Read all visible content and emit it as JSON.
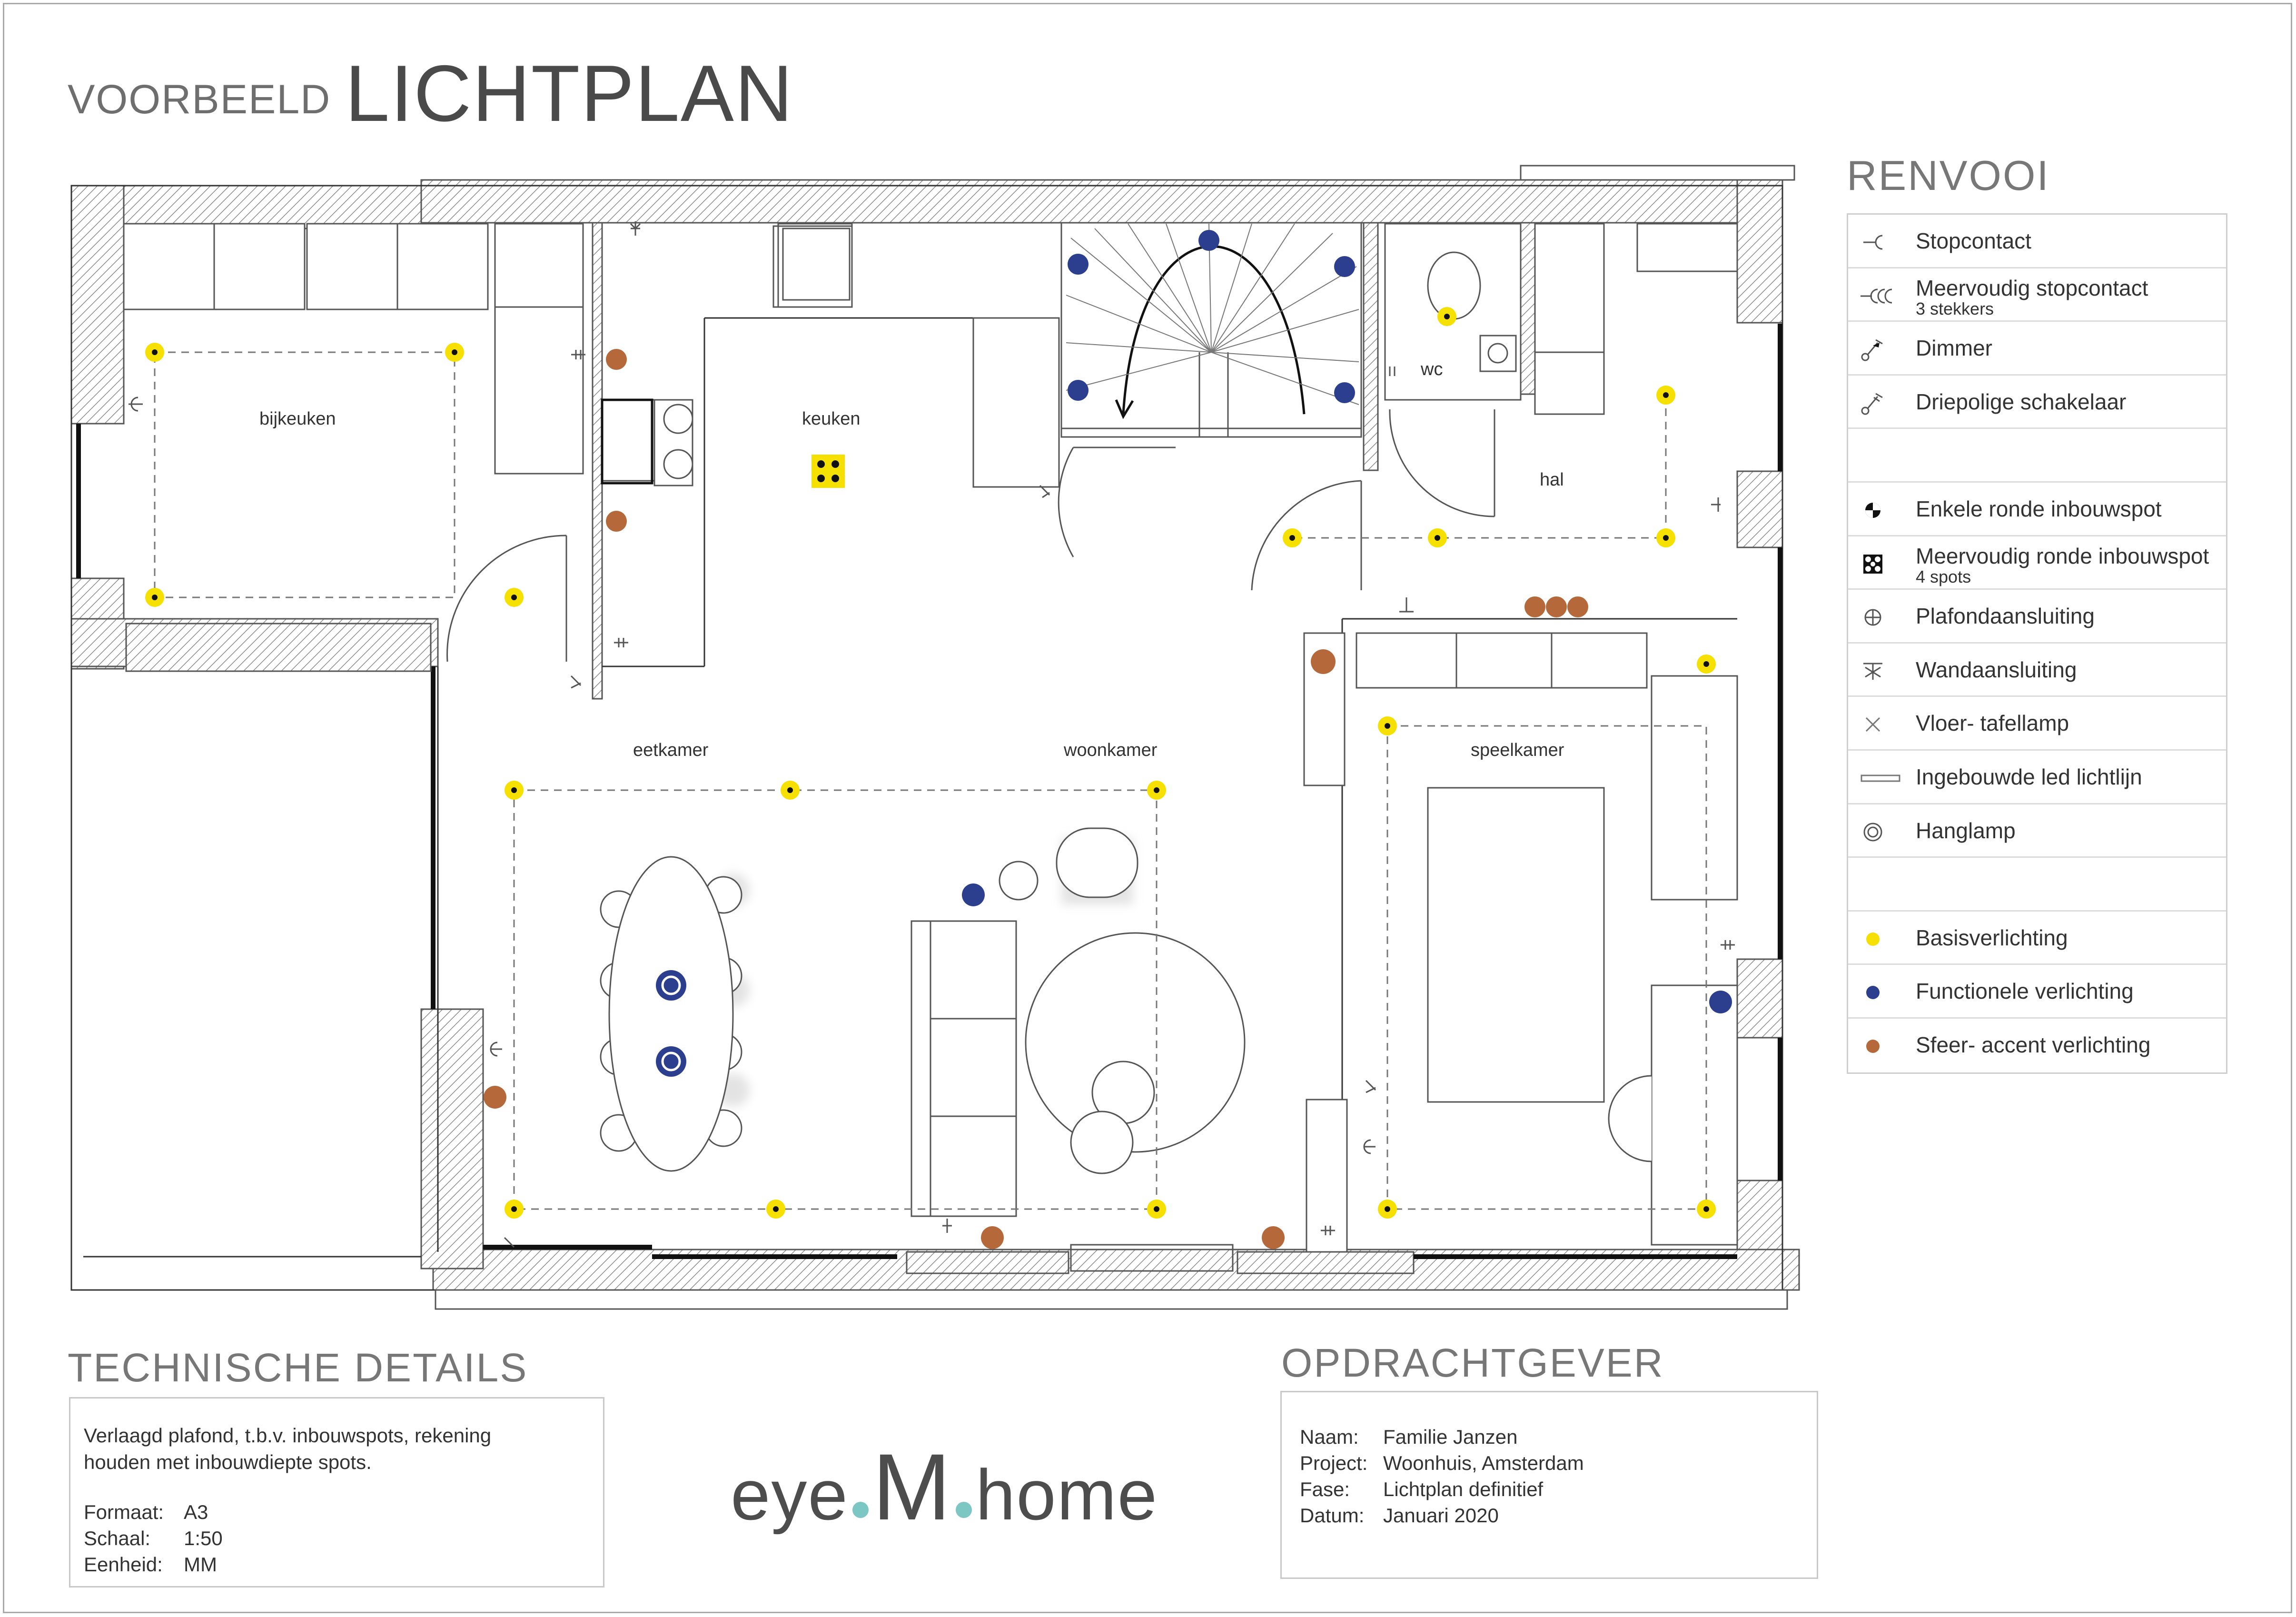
{
  "title": {
    "prefix": "VOORBEELD",
    "main": "LICHTPLAN"
  },
  "legend": {
    "heading": "RENVOOI",
    "items": [
      {
        "icon": "socket-icon",
        "label": "Stopcontact",
        "sub": ""
      },
      {
        "icon": "multi-socket-icon",
        "label": "Meervoudig stopcontact",
        "sub": "3 stekkers"
      },
      {
        "icon": "dimmer-icon",
        "label": "Dimmer",
        "sub": ""
      },
      {
        "icon": "three-way-switch-icon",
        "label": "Driepolige schakelaar",
        "sub": ""
      },
      {
        "icon": "",
        "label": "",
        "sub": ""
      },
      {
        "icon": "single-spot-icon",
        "label": "Enkele ronde inbouwspot",
        "sub": ""
      },
      {
        "icon": "multi-spot-icon",
        "label": "Meervoudig ronde inbouwspot",
        "sub": "4 spots"
      },
      {
        "icon": "ceiling-connection-icon",
        "label": "Plafondaansluiting",
        "sub": ""
      },
      {
        "icon": "wall-connection-icon",
        "label": "Wandaansluiting",
        "sub": ""
      },
      {
        "icon": "floor-lamp-icon",
        "label": "Vloer- tafellamp",
        "sub": ""
      },
      {
        "icon": "led-line-icon",
        "label": "Ingebouwde led lichtlijn",
        "sub": ""
      },
      {
        "icon": "pendant-icon",
        "label": "Hanglamp",
        "sub": ""
      },
      {
        "icon": "",
        "label": "",
        "sub": ""
      },
      {
        "icon": "yellow-dot-icon",
        "label": "Basisverlichting",
        "sub": ""
      },
      {
        "icon": "blue-dot-icon",
        "label": "Functionele verlichting",
        "sub": ""
      },
      {
        "icon": "brown-dot-icon",
        "label": "Sfeer- accent verlichting",
        "sub": ""
      }
    ]
  },
  "colors": {
    "basis": "#f5e000",
    "functioneel": "#2c3f8f",
    "sfeer": "#b5693a",
    "logo_dot": "#7cc6c4"
  },
  "rooms": {
    "bijkeuken": "bijkeuken",
    "keuken": "keuken",
    "wc": "wc",
    "hal": "hal",
    "eetkamer": "eetkamer",
    "woonkamer": "woonkamer",
    "speelkamer": "speelkamer"
  },
  "technical": {
    "heading": "TECHNISCHE DETAILS",
    "note": "Verlaagd plafond, t.b.v. inbouwspots, rekening\nhouden met inbouwdiepte spots.",
    "rows": [
      {
        "key": "Formaat:",
        "value": "A3"
      },
      {
        "key": "Schaal:",
        "value": "1:50"
      },
      {
        "key": "Eenheid:",
        "value": "MM"
      }
    ]
  },
  "client": {
    "heading": "OPDRACHTGEVER",
    "rows": [
      {
        "key": "Naam:",
        "value": "Familie Janzen"
      },
      {
        "key": "Project:",
        "value": "Woonhuis, Amsterdam"
      },
      {
        "key": "Fase:",
        "value": "Lichtplan definitief"
      },
      {
        "key": "Datum:",
        "value": "Januari 2020"
      }
    ]
  },
  "logo": {
    "left": "eye",
    "middle": "M",
    "right": "home"
  }
}
